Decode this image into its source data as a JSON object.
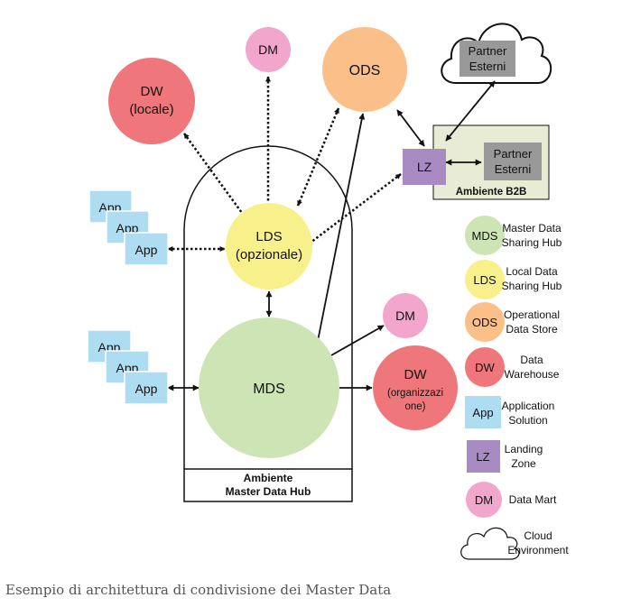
{
  "diagram": {
    "nodes": {
      "dw_local": {
        "label1": "DW",
        "label2": "(locale)",
        "color": "#ef767a"
      },
      "dm_top": {
        "label": "DM",
        "color": "#f2a6cc"
      },
      "ods": {
        "label": "ODS",
        "color": "#fbbf8a"
      },
      "partner_cloud": {
        "label1": "Partner",
        "label2": "Esterni",
        "color": "#999999"
      },
      "lz": {
        "label": "LZ",
        "color": "#a88bc3"
      },
      "partner_b2b": {
        "label1": "Partner",
        "label2": "Esterni",
        "color": "#999999"
      },
      "b2b_env": {
        "label": "Ambiente B2B",
        "color": "#e8ecd4"
      },
      "lds": {
        "label1": "LDS",
        "label2": "(opzionale)",
        "color": "#f8f08a"
      },
      "mds": {
        "label": "MDS",
        "color": "#cde5b5"
      },
      "dm_mid": {
        "label": "DM",
        "color": "#f2a6cc"
      },
      "dw_org": {
        "label1": "DW",
        "label2": "(organizzazi",
        "label3": "one)",
        "color": "#ef767a"
      },
      "hub_env": {
        "label1": "Ambiente",
        "label2": "Master Data Hub"
      },
      "app_upper": [
        "App",
        "App",
        "App"
      ],
      "app_lower": [
        "App",
        "App",
        "App"
      ],
      "app_color": "#aedcf0"
    },
    "legend": [
      {
        "abbr": "MDS",
        "line1": "Master  Data",
        "line2": "Sharing Hub",
        "color": "#cde5b5"
      },
      {
        "abbr": "LDS",
        "line1": "Local Data",
        "line2": "Sharing Hub",
        "color": "#f8f08a"
      },
      {
        "abbr": "ODS",
        "line1": "Operational",
        "line2": "Data Store",
        "color": "#fbbf8a"
      },
      {
        "abbr": "DW",
        "line1": "Data",
        "line2": "Warehouse",
        "color": "#ef767a"
      },
      {
        "abbr": "App",
        "line1": "Application",
        "line2": "Solution",
        "color": "#aedcf0"
      },
      {
        "abbr": "LZ",
        "line1": "Landing",
        "line2": "Zone",
        "color": "#a88bc3"
      },
      {
        "abbr": "DM",
        "line1": "Data Mart",
        "line2": "",
        "color": "#f2a6cc"
      },
      {
        "abbr": "",
        "line1": "Cloud",
        "line2": "Environment",
        "color": "#ffffff"
      }
    ]
  },
  "caption": "Esempio di architettura di condivisione dei Master Data"
}
